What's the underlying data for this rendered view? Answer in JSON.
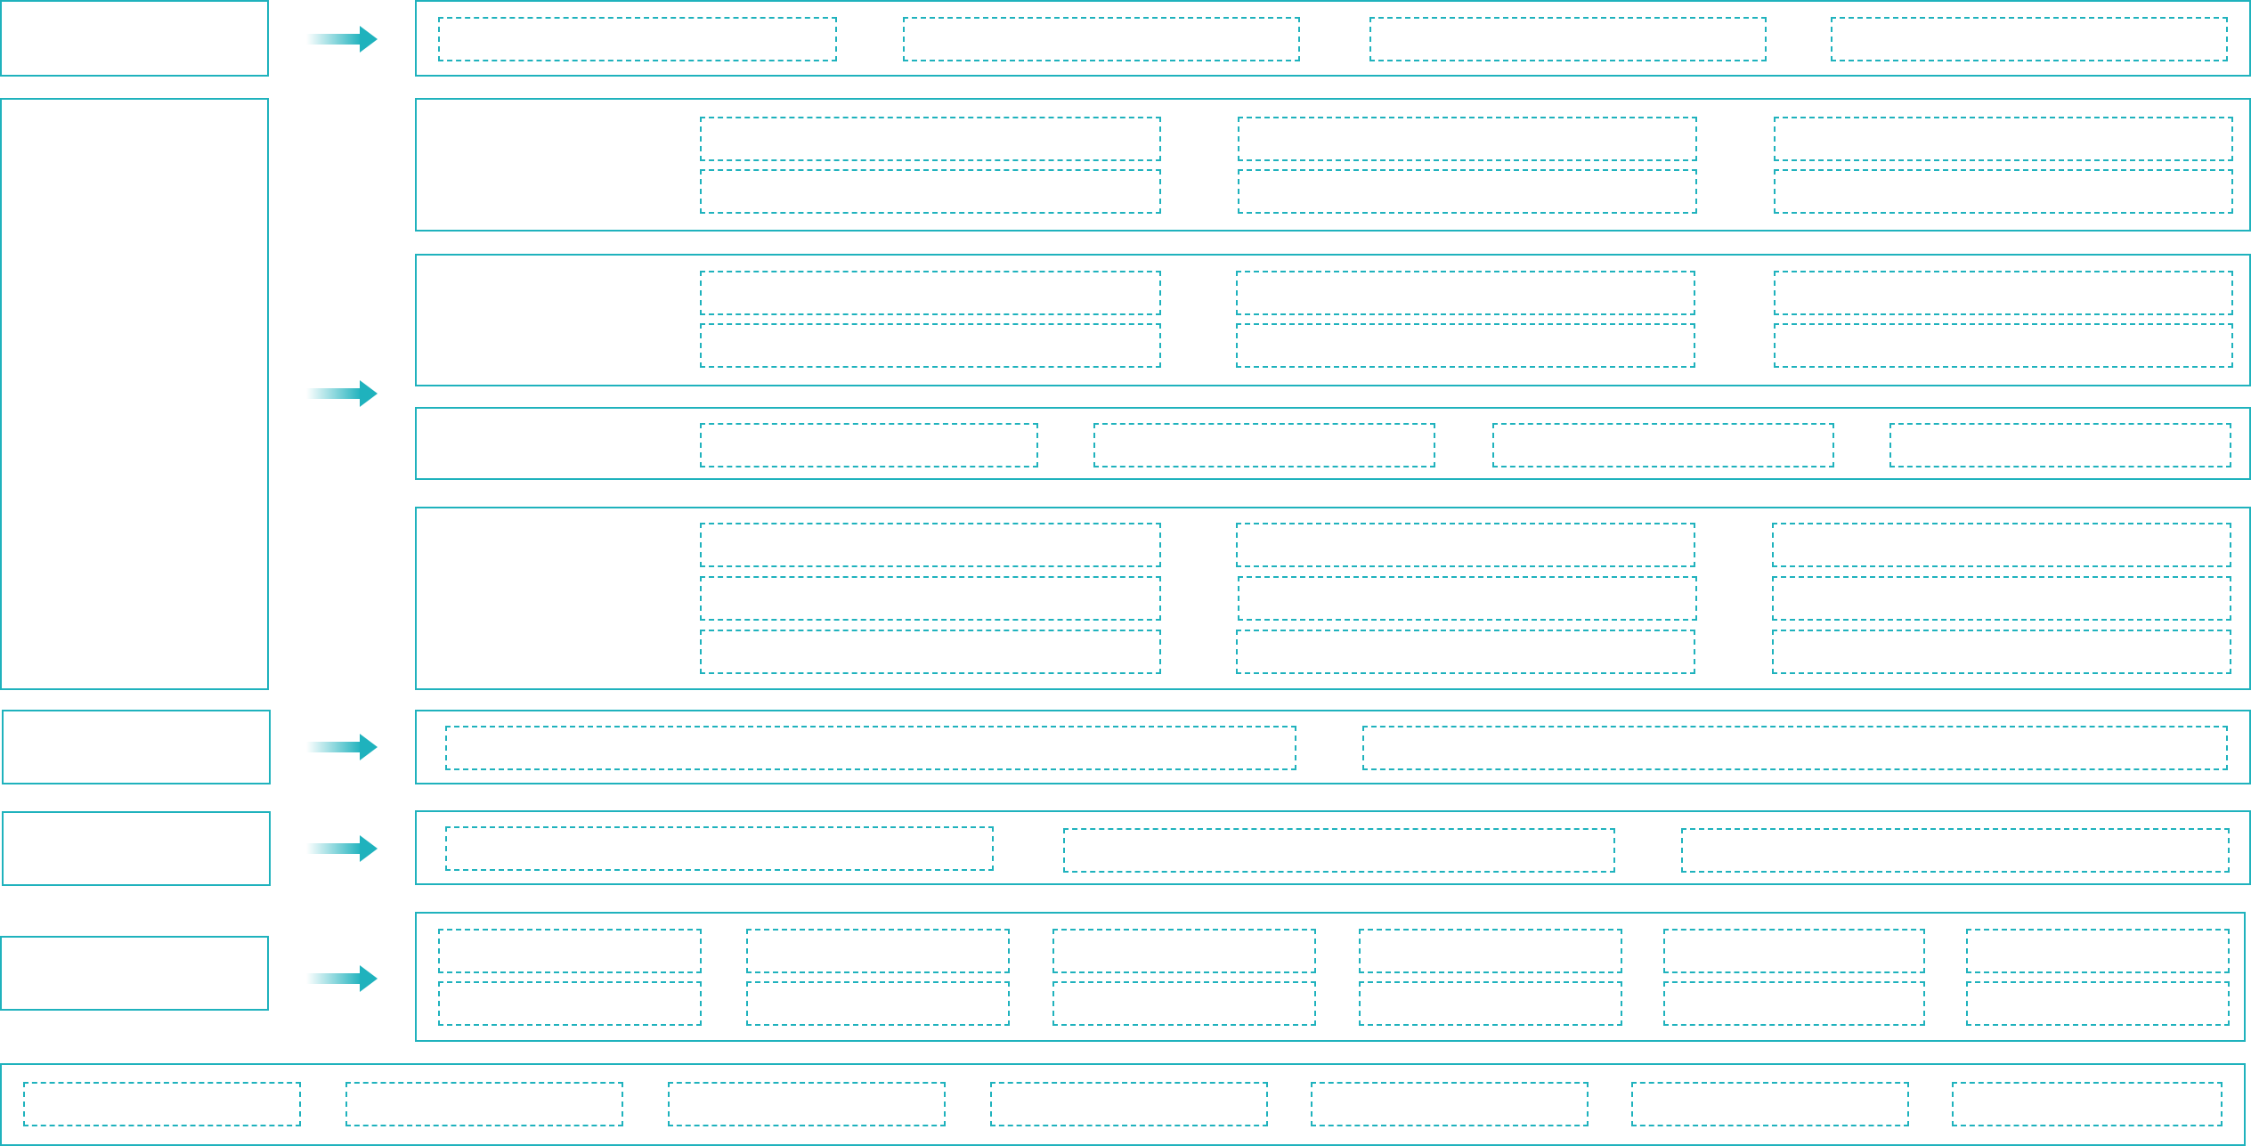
{
  "colors": {
    "accent": "#1fb2bd",
    "background": "#ffffff"
  },
  "rows": [
    {
      "name": "row-1",
      "groups": [
        4
      ]
    },
    {
      "name": "row-2",
      "groups": [
        6,
        6,
        4,
        9
      ]
    },
    {
      "name": "row-3",
      "groups": [
        2
      ]
    },
    {
      "name": "row-4",
      "groups": [
        3
      ]
    },
    {
      "name": "row-5",
      "groups": [
        12
      ]
    },
    {
      "name": "footer",
      "groups": [
        7
      ]
    }
  ]
}
